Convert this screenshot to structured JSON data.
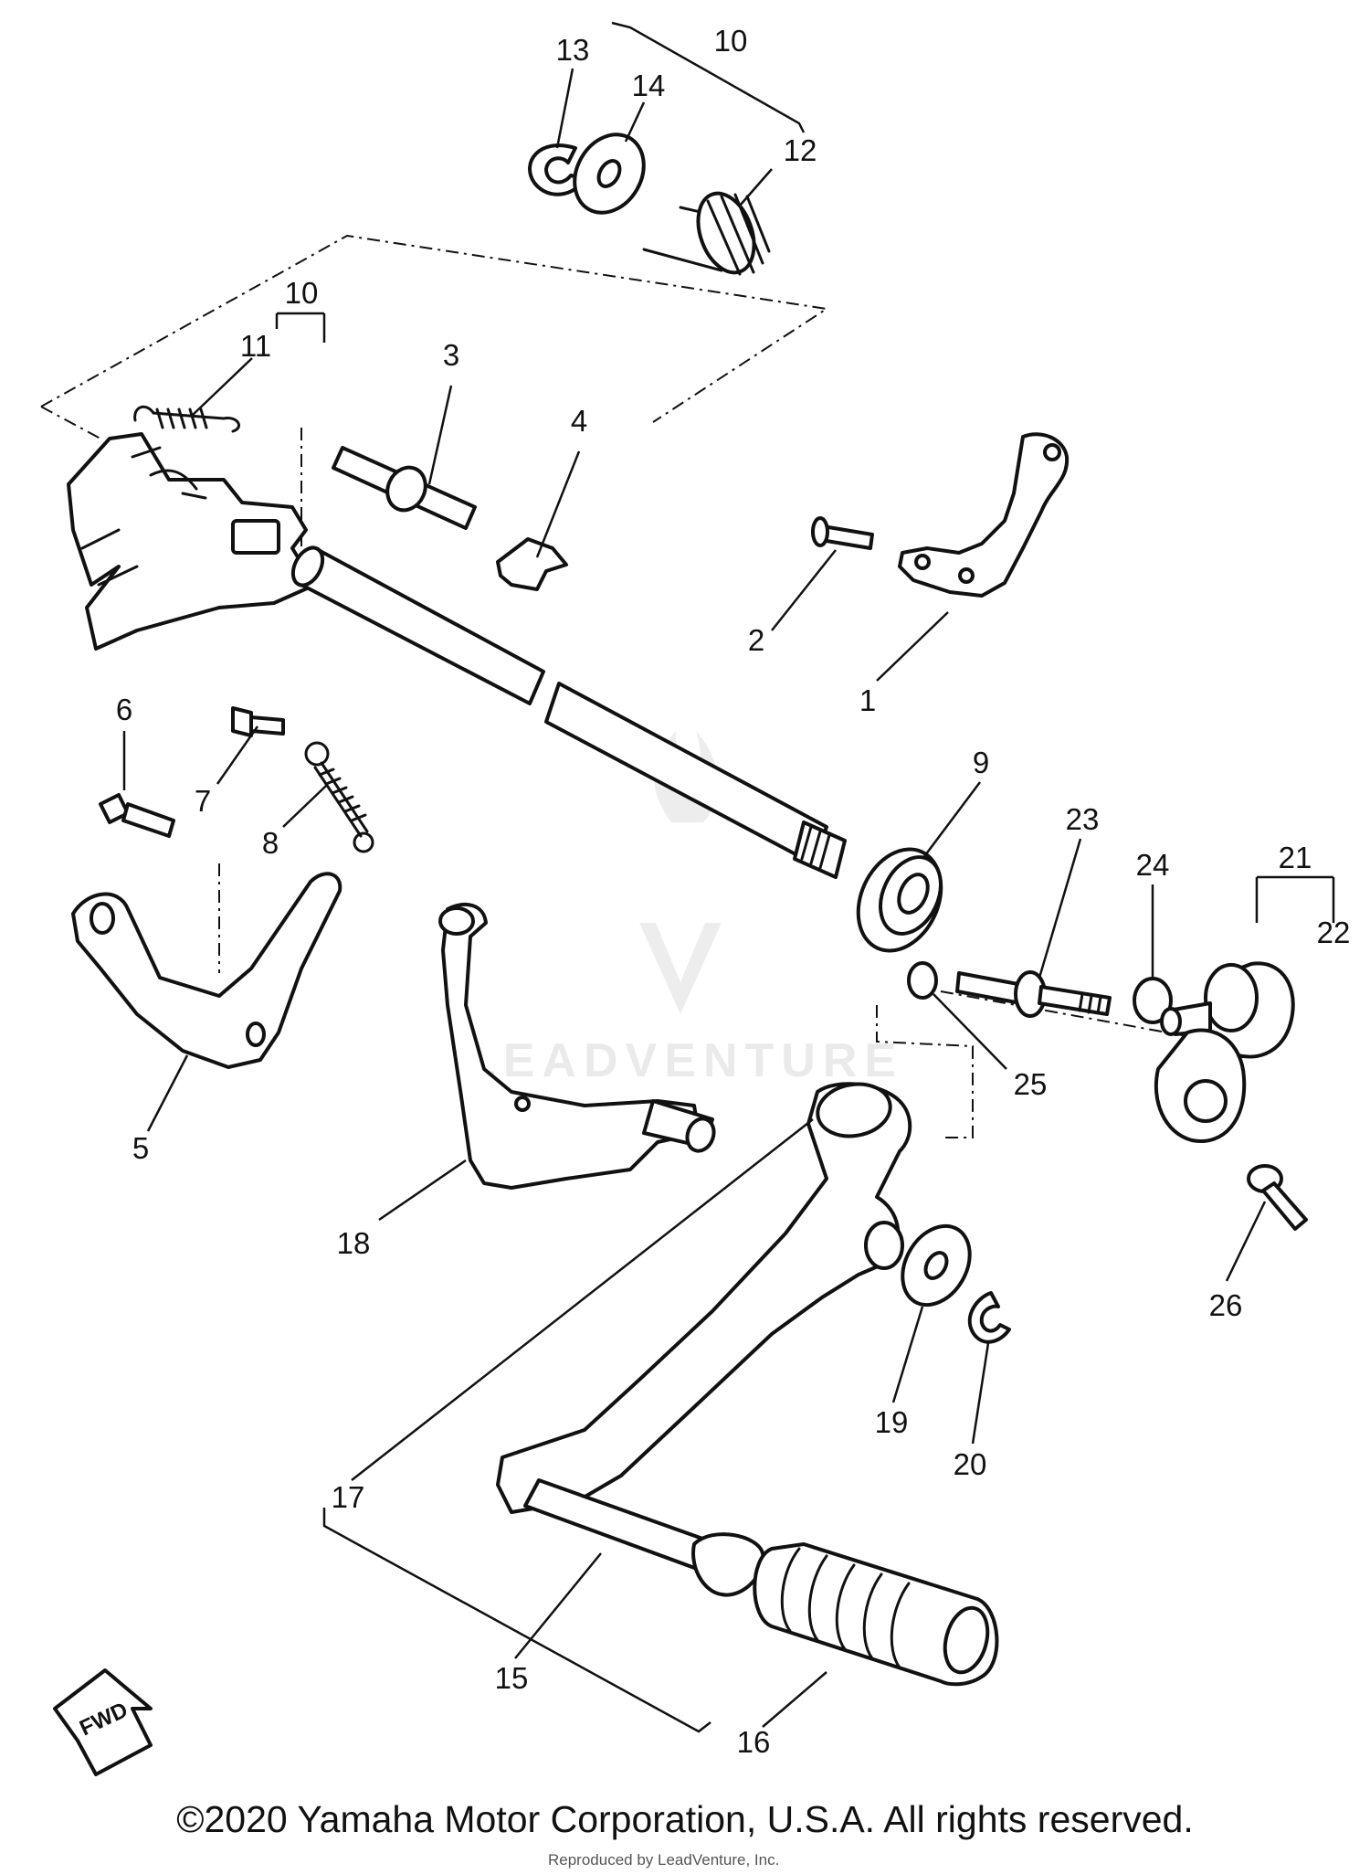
{
  "diagram": {
    "callouts": [
      "1",
      "2",
      "3",
      "4",
      "5",
      "6",
      "7",
      "8",
      "9",
      "10",
      "10",
      "11",
      "12",
      "13",
      "14",
      "15",
      "16",
      "17",
      "18",
      "19",
      "20",
      "21",
      "22",
      "23",
      "24",
      "25",
      "26"
    ],
    "fwd_label": "FWD",
    "watermark_text": "LEADVENTURE"
  },
  "footer": {
    "copyright": "©2020 Yamaha Motor Corporation, U.S.A. All rights reserved.",
    "overlay_note": "Reproduced by LeadVenture, Inc."
  }
}
